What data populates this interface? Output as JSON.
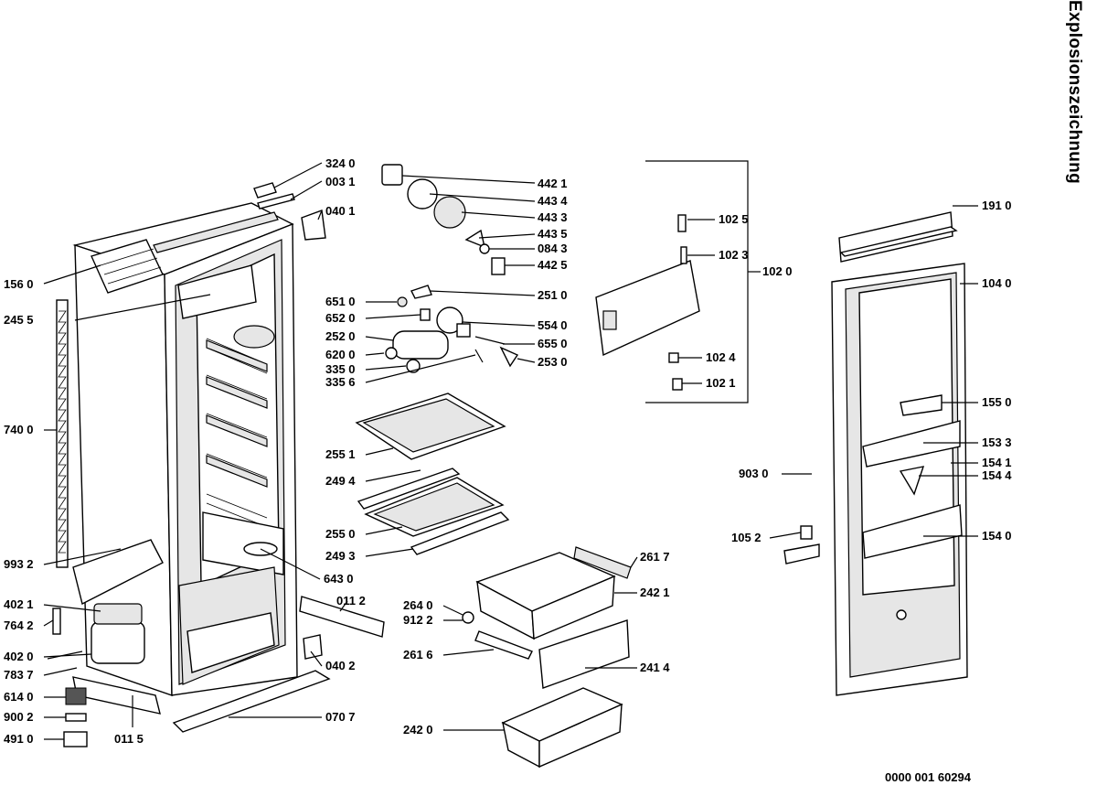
{
  "title": "Explosionszeichnung",
  "document_number": "0000 001 60294",
  "parts": [
    {
      "label": "324 0"
    },
    {
      "label": "003 1"
    },
    {
      "label": "040 1"
    },
    {
      "label": "156 0"
    },
    {
      "label": "245 5"
    },
    {
      "label": "740 0"
    },
    {
      "label": "993 2"
    },
    {
      "label": "402 1"
    },
    {
      "label": "764 2"
    },
    {
      "label": "402 0"
    },
    {
      "label": "783 7"
    },
    {
      "label": "614 0"
    },
    {
      "label": "900 2"
    },
    {
      "label": "491 0"
    },
    {
      "label": "011 5"
    },
    {
      "label": "070 7"
    },
    {
      "label": "040 2"
    },
    {
      "label": "011 2"
    },
    {
      "label": "643 0"
    },
    {
      "label": "442 1"
    },
    {
      "label": "443 4"
    },
    {
      "label": "443 3"
    },
    {
      "label": "443 5"
    },
    {
      "label": "084 3"
    },
    {
      "label": "442 5"
    },
    {
      "label": "251 0"
    },
    {
      "label": "651 0"
    },
    {
      "label": "652 0"
    },
    {
      "label": "554 0"
    },
    {
      "label": "252 0"
    },
    {
      "label": "655 0"
    },
    {
      "label": "620 0"
    },
    {
      "label": "253 0"
    },
    {
      "label": "335 0"
    },
    {
      "label": "335 6"
    },
    {
      "label": "255 1"
    },
    {
      "label": "249 4"
    },
    {
      "label": "255 0"
    },
    {
      "label": "249 3"
    },
    {
      "label": "261 7"
    },
    {
      "label": "242 1"
    },
    {
      "label": "264 0"
    },
    {
      "label": "912 2"
    },
    {
      "label": "261 6"
    },
    {
      "label": "241 4"
    },
    {
      "label": "242 0"
    },
    {
      "label": "102 5"
    },
    {
      "label": "102 3"
    },
    {
      "label": "102 0"
    },
    {
      "label": "102 4"
    },
    {
      "label": "102 1"
    },
    {
      "label": "191 0"
    },
    {
      "label": "104 0"
    },
    {
      "label": "155 0"
    },
    {
      "label": "153 3"
    },
    {
      "label": "154 1"
    },
    {
      "label": "154 4"
    },
    {
      "label": "903 0"
    },
    {
      "label": "105 2"
    },
    {
      "label": "154 0"
    }
  ]
}
